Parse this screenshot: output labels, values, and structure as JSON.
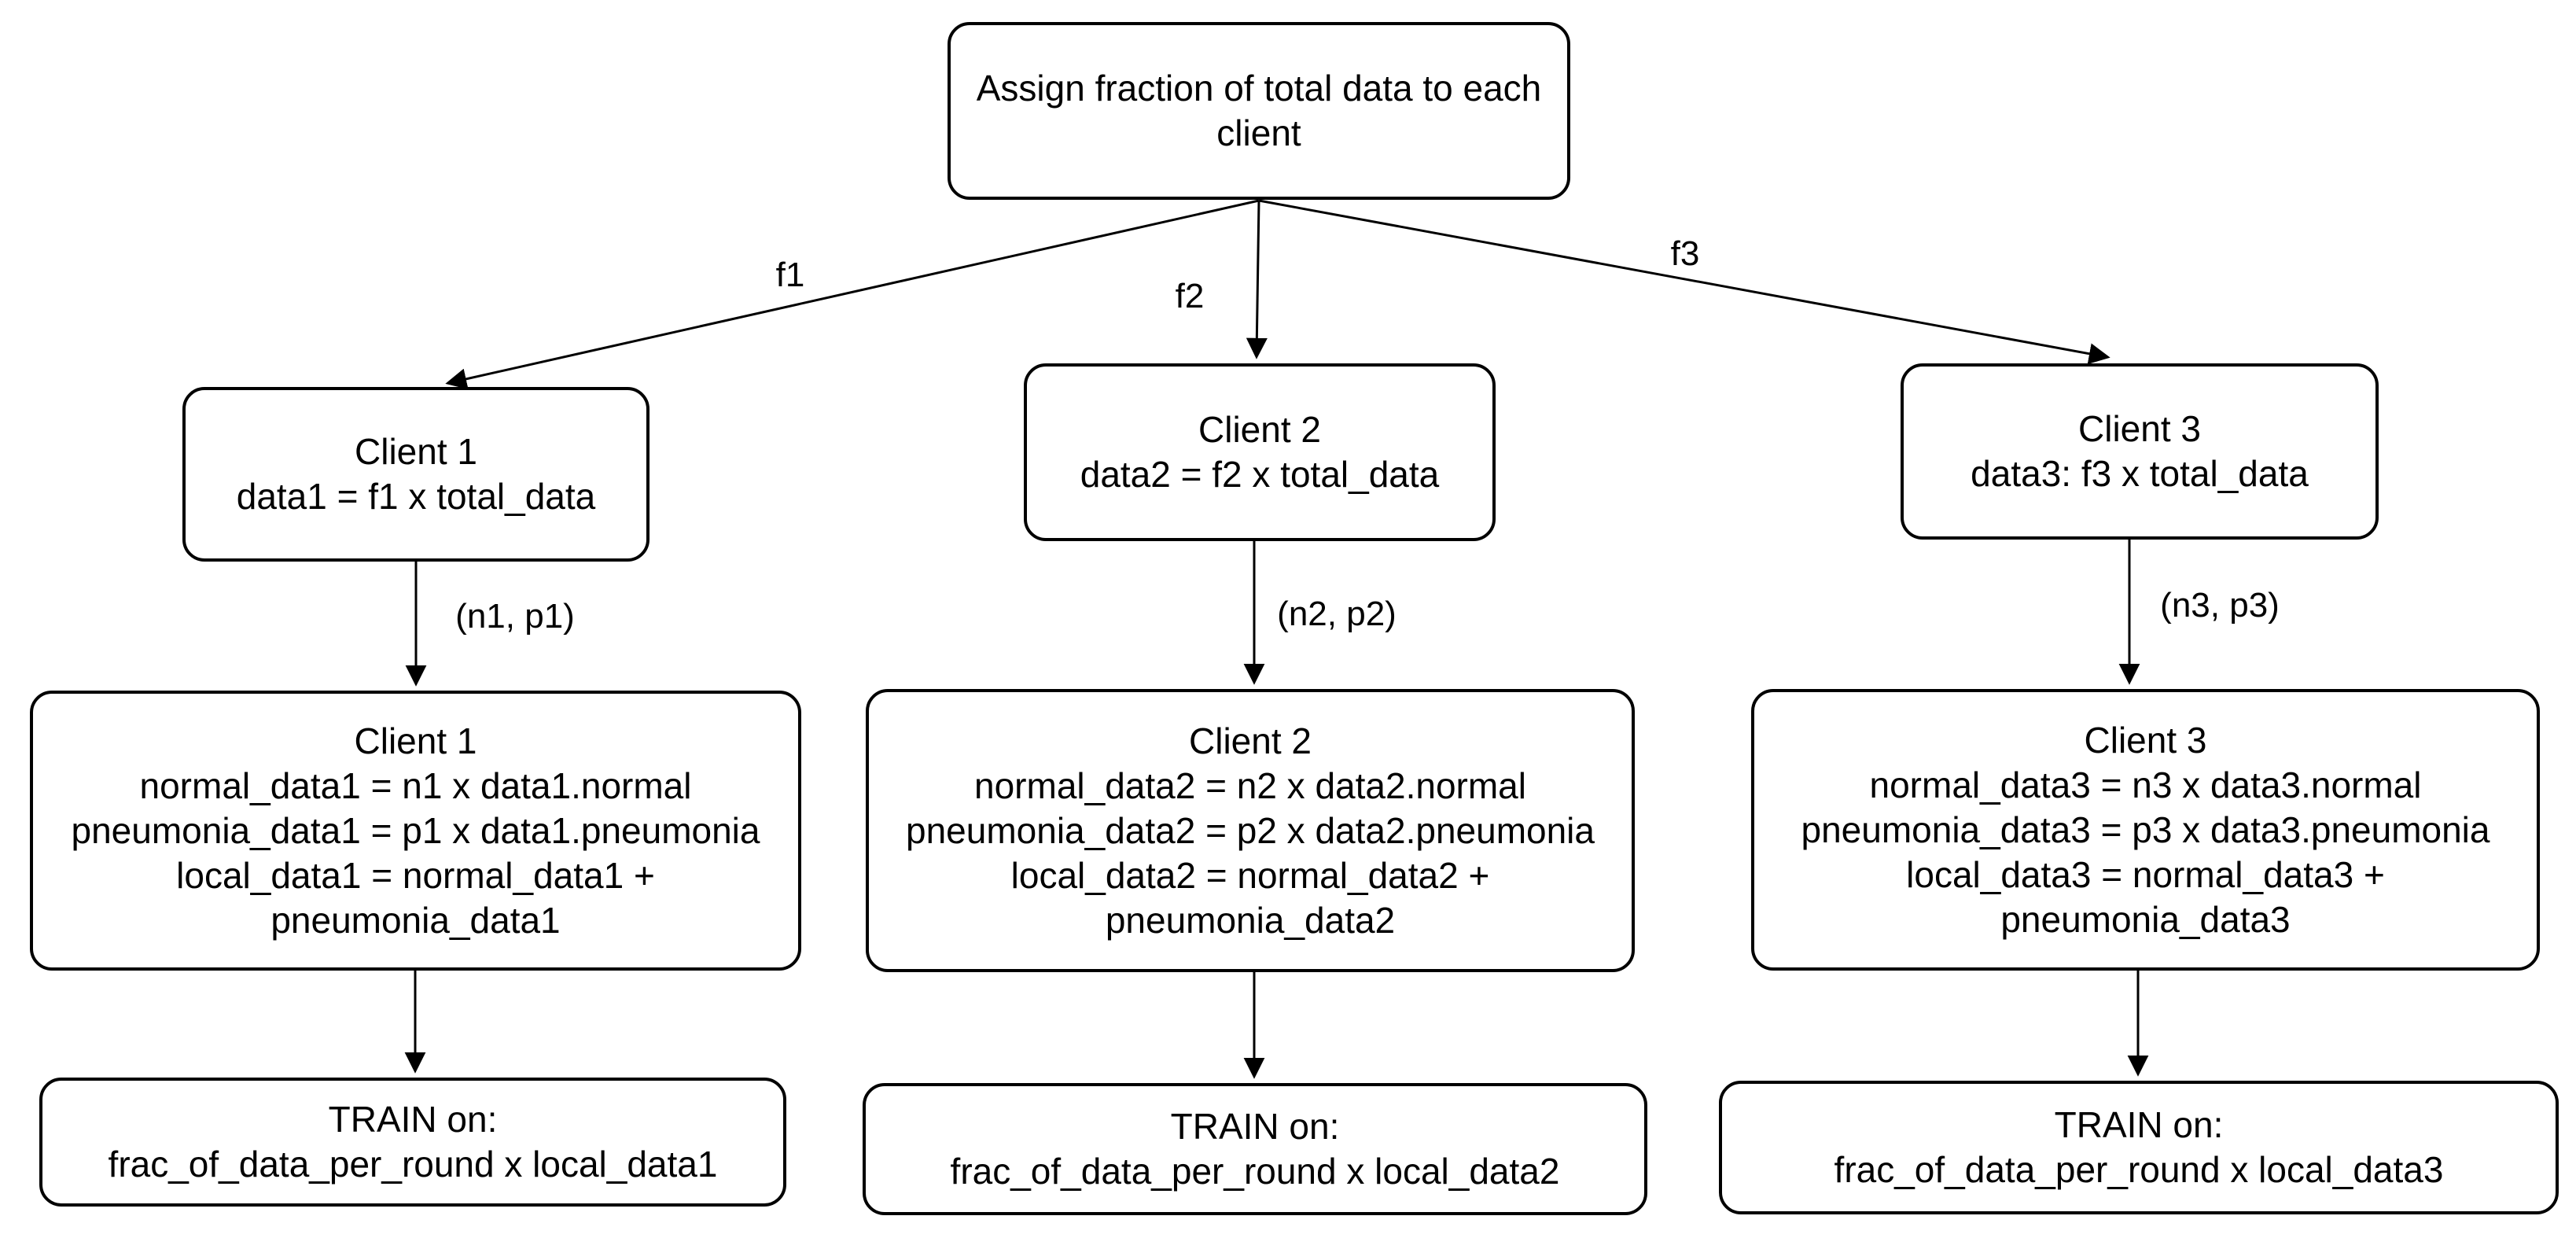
{
  "diagram": {
    "background_color": "#ffffff",
    "stroke_color": "#000000",
    "text_color": "#000000",
    "root_box": {
      "text": "Assign fraction of total data to each client"
    },
    "fraction_edge_labels": [
      "f1",
      "f2",
      "f3"
    ],
    "split_edge_labels": [
      "(n1, p1)",
      "(n2, p2)",
      "(n3, p3)"
    ],
    "clients": [
      {
        "allocation_box": {
          "title": "Client 1",
          "formula": "data1 = f1 x total_data"
        },
        "split_box": {
          "title": "Client 1",
          "lines": [
            "normal_data1 = n1 x data1.normal",
            "pneumonia_data1 = p1 x data1.pneumonia",
            "local_data1 = normal_data1 +",
            "pneumonia_data1"
          ]
        },
        "train_box": {
          "title": "TRAIN on:",
          "formula": "frac_of_data_per_round x local_data1"
        }
      },
      {
        "allocation_box": {
          "title": "Client 2",
          "formula": "data2 = f2 x total_data"
        },
        "split_box": {
          "title": "Client 2",
          "lines": [
            "normal_data2 = n2 x data2.normal",
            "pneumonia_data2 = p2 x data2.pneumonia",
            "local_data2 = normal_data2 +",
            "pneumonia_data2"
          ]
        },
        "train_box": {
          "title": "TRAIN on:",
          "formula": "frac_of_data_per_round x local_data2"
        }
      },
      {
        "allocation_box": {
          "title": "Client 3",
          "formula": "data3: f3 x total_data"
        },
        "split_box": {
          "title": "Client 3",
          "lines": [
            "normal_data3 = n3 x data3.normal",
            "pneumonia_data3 = p3 x data3.pneumonia",
            "local_data3 = normal_data3 +",
            "pneumonia_data3"
          ]
        },
        "train_box": {
          "title": "TRAIN on:",
          "formula": "frac_of_data_per_round x local_data3"
        }
      }
    ]
  }
}
